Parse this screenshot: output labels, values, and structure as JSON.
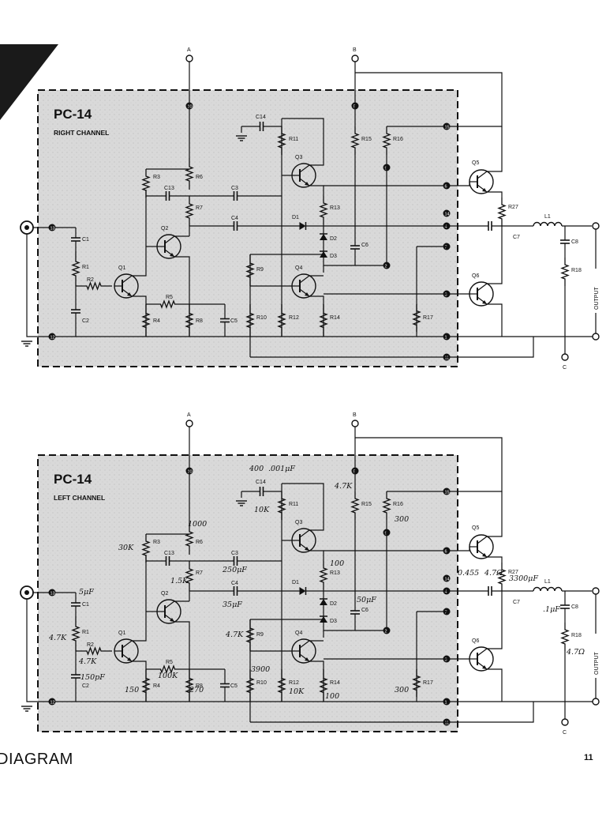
{
  "page": {
    "footer_title": "DIAGRAM",
    "page_number": "11"
  },
  "nodes": {
    "a": "A",
    "b": "B",
    "c": "C",
    "output": "OUTPUT"
  },
  "boards": [
    {
      "title": "PC-14",
      "subtitle": "RIGHT CHANNEL",
      "parts": {
        "C1": "C1",
        "C2": "C2",
        "C3": "C3",
        "C4": "C4",
        "C5": "C5",
        "C6": "C6",
        "C7": "C7",
        "C8": "C8",
        "C13": "C13",
        "C14": "C14",
        "R1": "R1",
        "R2": "R2",
        "R3": "R3",
        "R4": "R4",
        "R5": "R5",
        "R6": "R6",
        "R7": "R7",
        "R8": "R8",
        "R9": "R9",
        "R10": "R10",
        "R11": "R11",
        "R12": "R12",
        "R13": "R13",
        "R14": "R14",
        "R15": "R15",
        "R16": "R16",
        "R17": "R17",
        "R18": "R18",
        "R27": "R27",
        "Q1": "Q1",
        "Q2": "Q2",
        "Q3": "Q3",
        "Q4": "Q4",
        "Q5": "Q5",
        "Q6": "Q6",
        "D1": "D1",
        "D2": "D2",
        "D3": "D3",
        "L1": "L1"
      },
      "terminals": {
        "t13": "13",
        "t12": "12",
        "t10": "10",
        "t15": "15",
        "t5": "5",
        "t6": "6",
        "t3": "3",
        "t4": "4",
        "t7": "7",
        "t1": "1",
        "t2": "2",
        "t11": "11",
        "t9": "9",
        "t14": "14"
      },
      "notes": {}
    },
    {
      "title": "PC-14",
      "subtitle": "LEFT CHANNEL",
      "parts": {
        "C1": "C1",
        "C2": "C2",
        "C3": "C3",
        "C4": "C4",
        "C5": "C5",
        "C6": "C6",
        "C7": "C7",
        "C8": "C8",
        "C13": "C13",
        "C14": "C14",
        "R1": "R1",
        "R2": "R2",
        "R3": "R3",
        "R4": "R4",
        "R5": "R5",
        "R6": "R6",
        "R7": "R7",
        "R8": "R8",
        "R9": "R9",
        "R10": "R10",
        "R11": "R11",
        "R12": "R12",
        "R13": "R13",
        "R14": "R14",
        "R15": "R15",
        "R16": "R16",
        "R17": "R17",
        "R18": "R18",
        "R27": "R27",
        "Q1": "Q1",
        "Q2": "Q2",
        "Q3": "Q3",
        "Q4": "Q4",
        "Q5": "Q5",
        "Q6": "Q6",
        "D1": "D1",
        "D2": "D2",
        "D3": "D3",
        "L1": "L1"
      },
      "terminals": {
        "t13": "13",
        "t12": "12",
        "t10": "10",
        "t15": "15",
        "t5": "5",
        "t6": "6",
        "t3": "3",
        "t4": "4",
        "t7": "7",
        "t1": "1",
        "t2": "2",
        "t11": "11",
        "t9": "9",
        "t14": "14"
      },
      "notes": {
        "c14": ".001μF",
        "c14_old": "400",
        "r11": "10K",
        "r15": "4.7K",
        "r17": "300",
        "r6": "1000",
        "r3": "30K",
        "c3": "250μF",
        "r7": "1.5K",
        "c4": "35μF",
        "r13": "100",
        "c6": "50μF",
        "c1": "5μF",
        "r1": "4.7K",
        "r2": "4.7K",
        "c2": "150pF",
        "r5": "100K",
        "r4": "150",
        "r8": "270",
        "r9": "4.7K",
        "r10": "3900",
        "r12": "10K",
        "r14": "100",
        "r16": "300",
        "r27": "4.7Ω",
        "r27_a": "0.455",
        "c7": "3300μF",
        "c8": ".1μF",
        "r18": "4.7Ω"
      }
    }
  ]
}
